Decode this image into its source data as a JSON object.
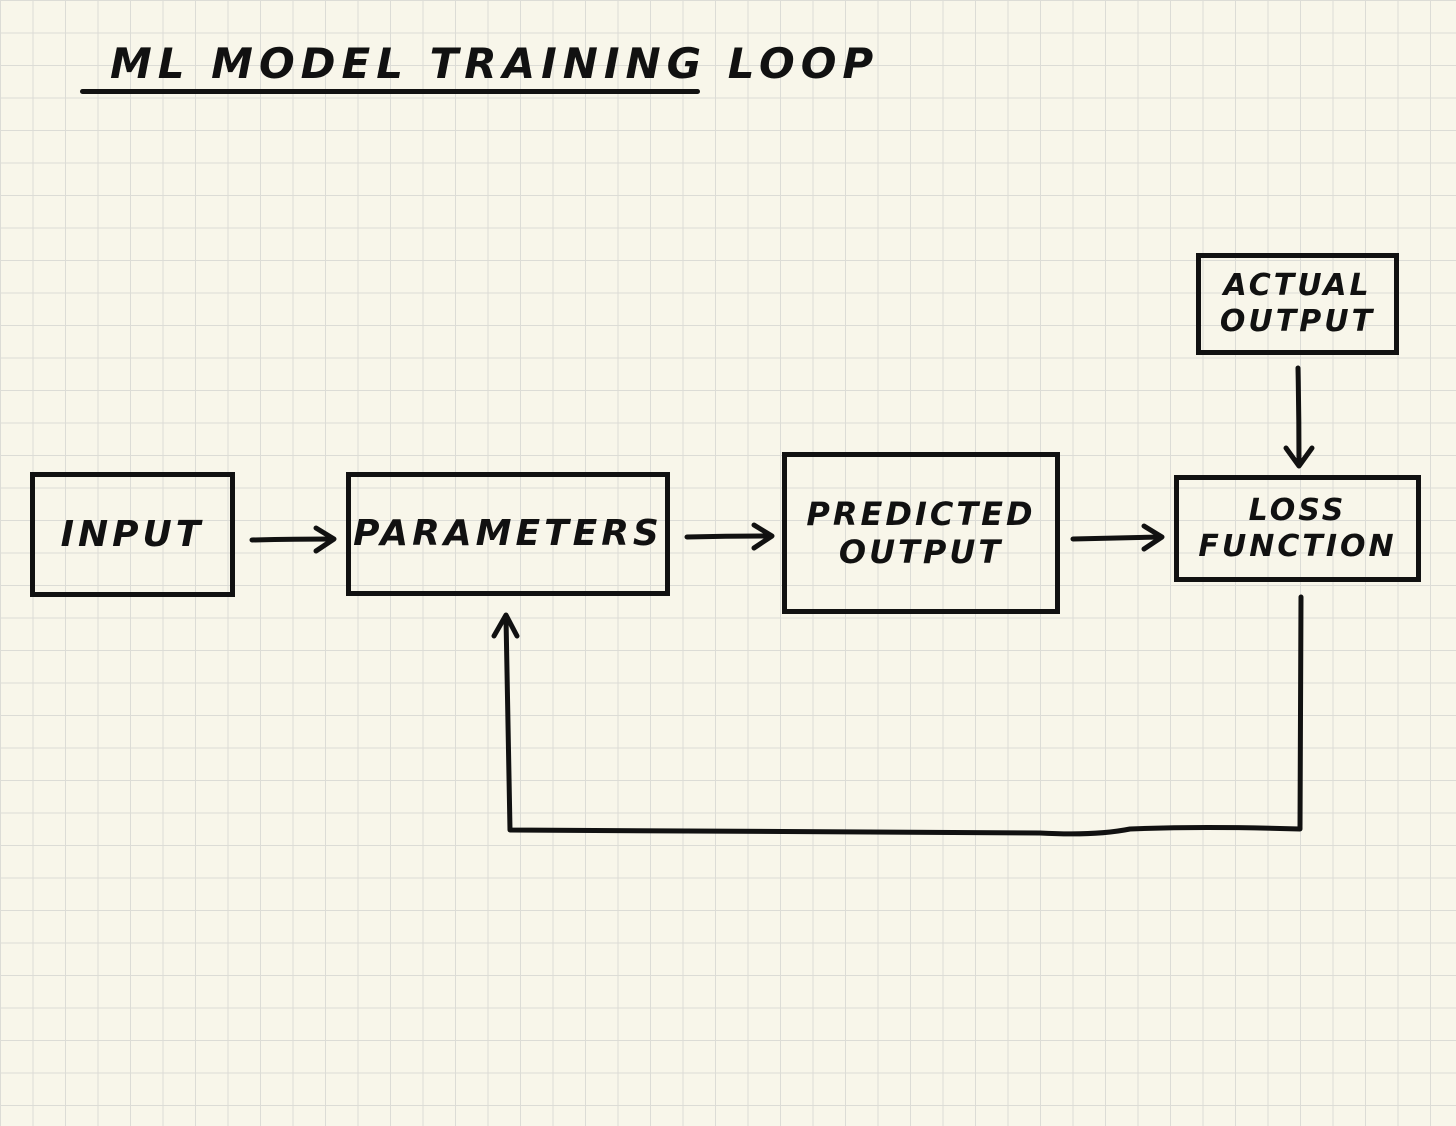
{
  "title": "ML MODEL TRAINING LOOP",
  "nodes": {
    "input": {
      "label": "INPUT"
    },
    "parameters": {
      "label": "PARAMETERS"
    },
    "predicted_output": {
      "label_line1": "PREDICTED",
      "label_line2": "OUTPUT"
    },
    "loss_function": {
      "label_line1": "LOSS",
      "label_line2": "FUNCTION"
    },
    "actual_output": {
      "label_line1": "ACTUAL",
      "label_line2": "OUTPUT"
    }
  },
  "edges": [
    {
      "from": "input",
      "to": "parameters"
    },
    {
      "from": "parameters",
      "to": "predicted_output"
    },
    {
      "from": "predicted_output",
      "to": "loss_function"
    },
    {
      "from": "actual_output",
      "to": "loss_function"
    },
    {
      "from": "loss_function",
      "to": "parameters"
    }
  ],
  "colors": {
    "paper": "#f8f6ea",
    "grid": "#dcdcd6",
    "ink": "#111111"
  }
}
